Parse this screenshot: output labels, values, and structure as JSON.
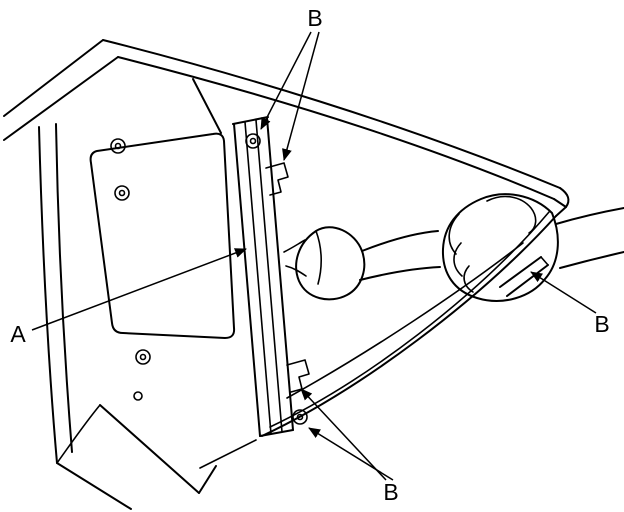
{
  "figure": {
    "background_color": "#ffffff",
    "line_color": "#000000",
    "callouts": {
      "a": {
        "label": "A"
      },
      "b_top": {
        "label": "B"
      },
      "b_right": {
        "label": "B"
      },
      "b_bottom": {
        "label": "B"
      }
    }
  }
}
